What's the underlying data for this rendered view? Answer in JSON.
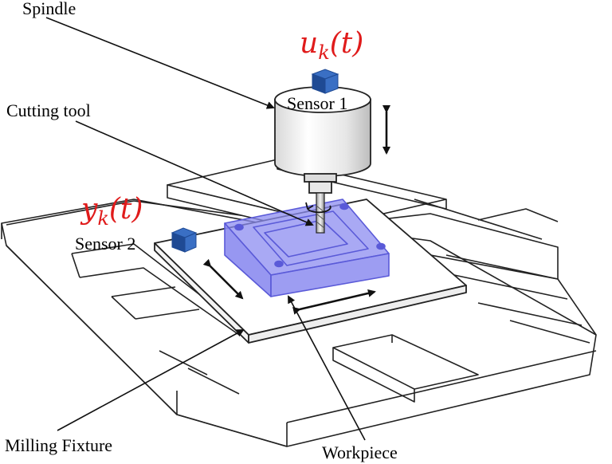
{
  "labels": {
    "spindle": "Spindle",
    "cutting_tool": "Cutting tool",
    "sensor1": "Sensor 1",
    "sensor2": "Sensor 2",
    "milling_fixture": "Milling Fixture",
    "workpiece": "Workpiece"
  },
  "signals": {
    "input": {
      "base": "u",
      "sub": "k",
      "arg": "(t)"
    },
    "output": {
      "base": "y",
      "sub": "k",
      "arg": "(t)"
    }
  },
  "colors": {
    "signal_text": "#e01b1b",
    "sensor_fill": "#3a6fc4",
    "sensor_dark": "#1f4a94",
    "workpiece_fill": "#8c8cf0",
    "workpiece_edge": "#5a5ad8",
    "line": "#222222"
  },
  "icons": {
    "sensor1": "cube-icon",
    "sensor2": "cube-icon",
    "rotation": "rotation-arrow-icon"
  }
}
